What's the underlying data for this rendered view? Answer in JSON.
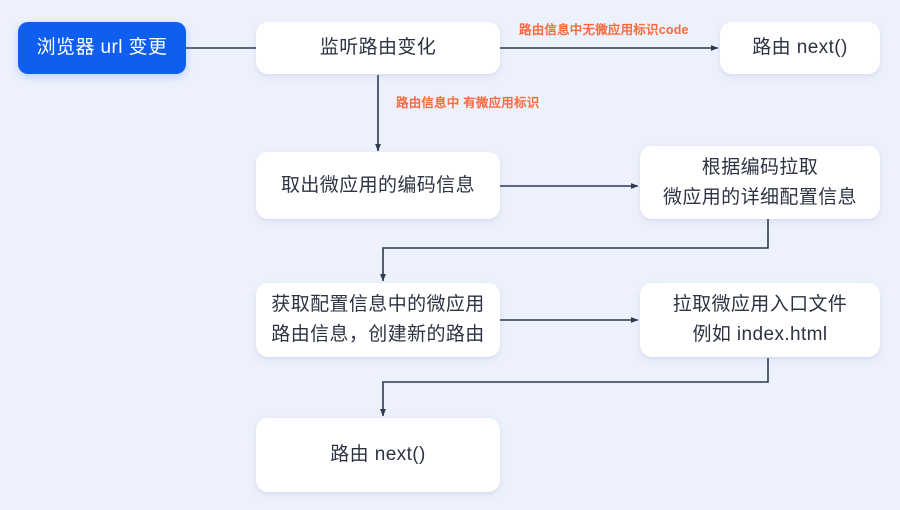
{
  "diagram": {
    "title": "micro-app route flow",
    "background_color": "#edf1fc",
    "accent_color": "#0e5fef",
    "label_color": "#fa6a3c",
    "line_color": "#2f3a4f",
    "nodes": [
      {
        "id": "start",
        "kind": "start",
        "lines": [
          "浏览器 url 变更"
        ]
      },
      {
        "id": "listen",
        "kind": "process",
        "lines": [
          "监听路由变化"
        ]
      },
      {
        "id": "next-top",
        "kind": "process",
        "lines": [
          "路由 next()"
        ]
      },
      {
        "id": "extract",
        "kind": "process",
        "lines": [
          "取出微应用的编码信息"
        ]
      },
      {
        "id": "fetch-conf",
        "kind": "process",
        "lines": [
          "根据编码拉取",
          "微应用的详细配置信息"
        ]
      },
      {
        "id": "new-route",
        "kind": "process",
        "lines": [
          "获取配置信息中的微应用",
          "路由信息，创建新的路由"
        ]
      },
      {
        "id": "fetch-html",
        "kind": "process",
        "lines": [
          "拉取微应用入口文件",
          "例如 index.html"
        ]
      },
      {
        "id": "next-end",
        "kind": "process",
        "lines": [
          "路由 next()"
        ]
      }
    ],
    "edge_labels": [
      {
        "id": "no-code",
        "lines": [
          "路由信息中无微应用标识code"
        ]
      },
      {
        "id": "has-code",
        "lines": [
          "路由信息中",
          "有微应用标识"
        ]
      }
    ]
  }
}
